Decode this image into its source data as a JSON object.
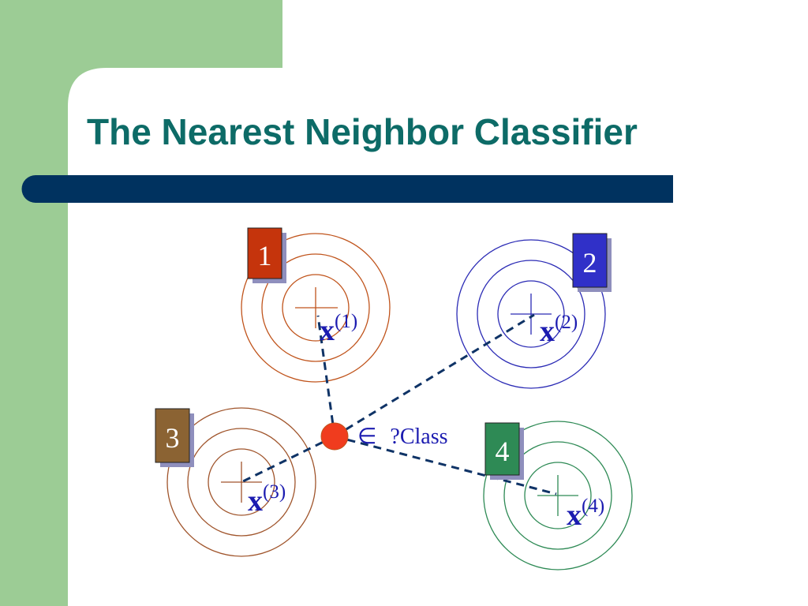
{
  "title": "The Nearest Neighbor Classifier",
  "colors": {
    "sidebar_green": "#9ccc95",
    "title_teal": "#0d6b67",
    "bar_navy": "#00325f",
    "point_blue": "#1b1bb0",
    "query_red": "#f03c1e",
    "dash_navy": "#0f3366"
  },
  "query": {
    "symbol": "∈",
    "label": "?Class"
  },
  "neighbors": [
    {
      "id": "1",
      "var": "x",
      "sup": "(1)",
      "box_color": "#c5340c",
      "ring_color": "#c0541c"
    },
    {
      "id": "2",
      "var": "x",
      "sup": "(2)",
      "box_color": "#3030c8",
      "ring_color": "#2b2bb5"
    },
    {
      "id": "3",
      "var": "x",
      "sup": "(3)",
      "box_color": "#8b6333",
      "ring_color": "#a0552c"
    },
    {
      "id": "4",
      "var": "x",
      "sup": "(4)",
      "box_color": "#2e8a55",
      "ring_color": "#2e8a55"
    }
  ]
}
